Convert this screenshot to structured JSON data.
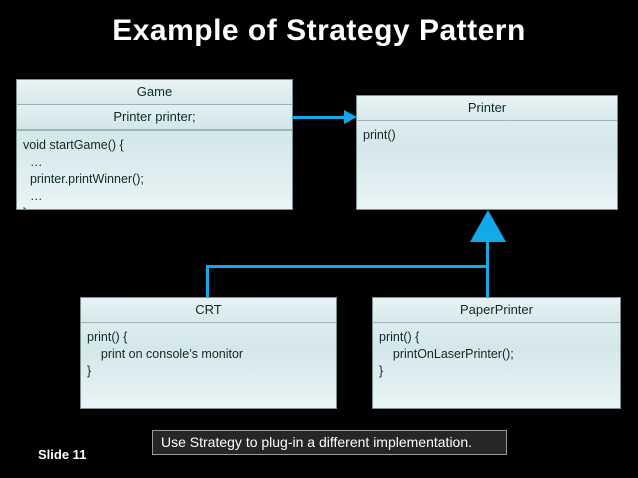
{
  "slide": {
    "title": "Example of Strategy Pattern",
    "number_label": "Slide 11",
    "caption": "Use Strategy to plug-in a different implementation.",
    "accent_color": "#13a9e8",
    "background_color": "#000000",
    "box_fill_color": "#dceaec",
    "box_border_color": "#7e8f93",
    "caption_fill_color": "#262626",
    "caption_border_color": "#9a9a9a",
    "text_color": "#10282e"
  },
  "classes": {
    "game": {
      "name": "Game",
      "attribute": "Printer printer;",
      "body": [
        "void startGame() {",
        "  …",
        "  printer.printWinner();",
        "  …",
        "}"
      ]
    },
    "printer": {
      "name": "Printer",
      "body": [
        "print()"
      ]
    },
    "crt": {
      "name": "CRT",
      "body": [
        "print() {",
        "    print on console’s monitor",
        "}"
      ]
    },
    "paper_printer": {
      "name": "PaperPrinter",
      "body": [
        "print() {",
        "    printOnLaserPrinter();",
        "}"
      ]
    }
  },
  "connectors": {
    "association": "game-uses-printer-arrow",
    "generalization": "crt-and-paperprinter-inherit-printer"
  }
}
